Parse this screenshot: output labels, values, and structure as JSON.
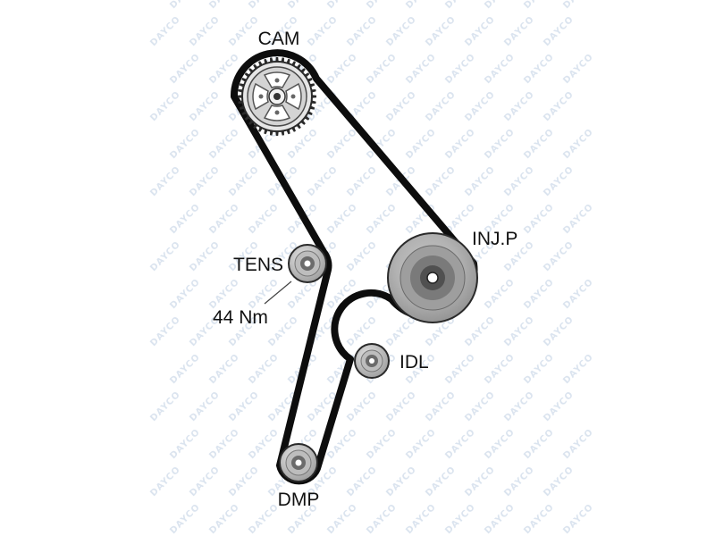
{
  "labels": {
    "cam": "CAM",
    "injp": "INJ.P",
    "tens": "TENS",
    "torque": "44 Nm",
    "idl": "IDL",
    "dmp": "DMP"
  },
  "watermark": {
    "text": "DAYCO"
  },
  "colors": {
    "belt": "#0d0d0d",
    "pulley_light": "#d0d0d0",
    "pulley_mid": "#a8a8a8",
    "pulley_dark": "#5a5a5a",
    "watermark": "#dbe4ef"
  }
}
